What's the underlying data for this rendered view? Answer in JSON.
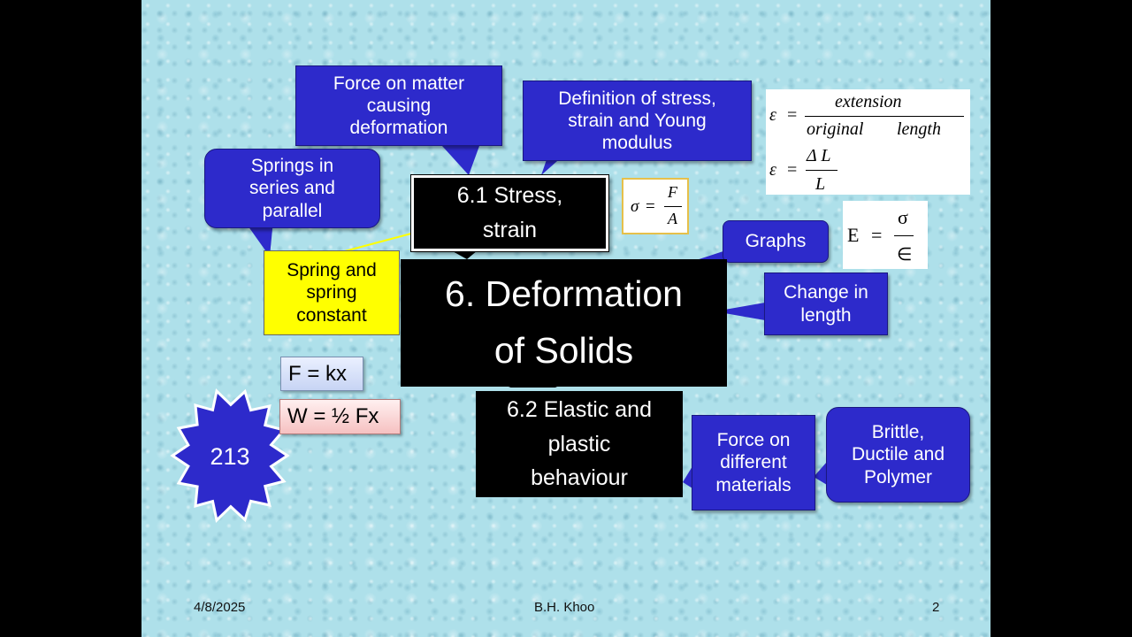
{
  "main_title": [
    "6. Deformation",
    "of Solids"
  ],
  "topics": {
    "stress_strain": [
      "6.1 Stress,",
      "strain"
    ],
    "elastic_plastic": [
      "6.2 Elastic and",
      "plastic",
      "behaviour"
    ]
  },
  "callouts": {
    "force_on_matter": [
      "Force on matter",
      "causing",
      "deformation"
    ],
    "definition": [
      "Definition of stress,",
      "strain and Young",
      "modulus"
    ],
    "springs": [
      "Springs in",
      "series and",
      "parallel"
    ],
    "graphs": [
      "Graphs"
    ],
    "change_length": [
      "Change in",
      "length"
    ],
    "force_materials": [
      "Force on",
      "different",
      "materials"
    ],
    "brittle": [
      "Brittle,",
      "Ductile and",
      "Polymer"
    ]
  },
  "spring_constant": [
    "Spring and",
    "spring",
    "constant"
  ],
  "equations": {
    "hooke": "F = kx",
    "work": "W = ½ Fx",
    "stress": {
      "lhs": "σ",
      "eq": "=",
      "num": "F",
      "den": "A"
    },
    "strain_words": {
      "lhs": "ε",
      "eq": "=",
      "num": "extension",
      "den_a": "original",
      "den_b": "length"
    },
    "strain_symbols": {
      "lhs": "ε",
      "eq": "=",
      "num": "Δ L",
      "den": "L"
    },
    "young": {
      "lhs": "E",
      "eq": "=",
      "num": "σ",
      "den": "∈"
    }
  },
  "page_badge": "213",
  "footer": {
    "date": "4/8/2025",
    "author": "B.H. Khoo",
    "page": "2"
  },
  "colors": {
    "callout_blue": "#2d2acb",
    "highlight_yellow": "#ffff00",
    "topic_black": "#000000",
    "background": "#aee0ea"
  }
}
